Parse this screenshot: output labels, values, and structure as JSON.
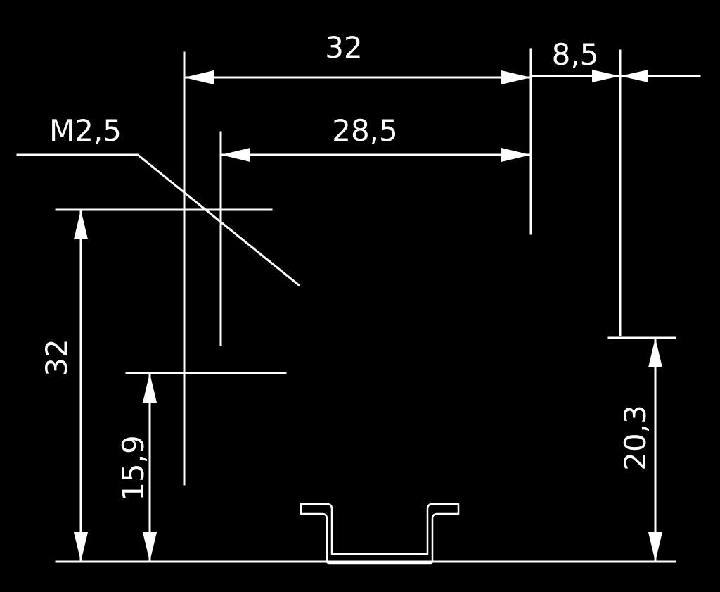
{
  "labels": {
    "top_width": "32",
    "top_offset": "8,5",
    "hole_spacing": "28,5",
    "thread": "M2,5",
    "left_height": "32",
    "hole_height": "15,9",
    "rail_height": "20,3"
  },
  "colors": {
    "background": "#000000",
    "line": "#ffffff"
  }
}
